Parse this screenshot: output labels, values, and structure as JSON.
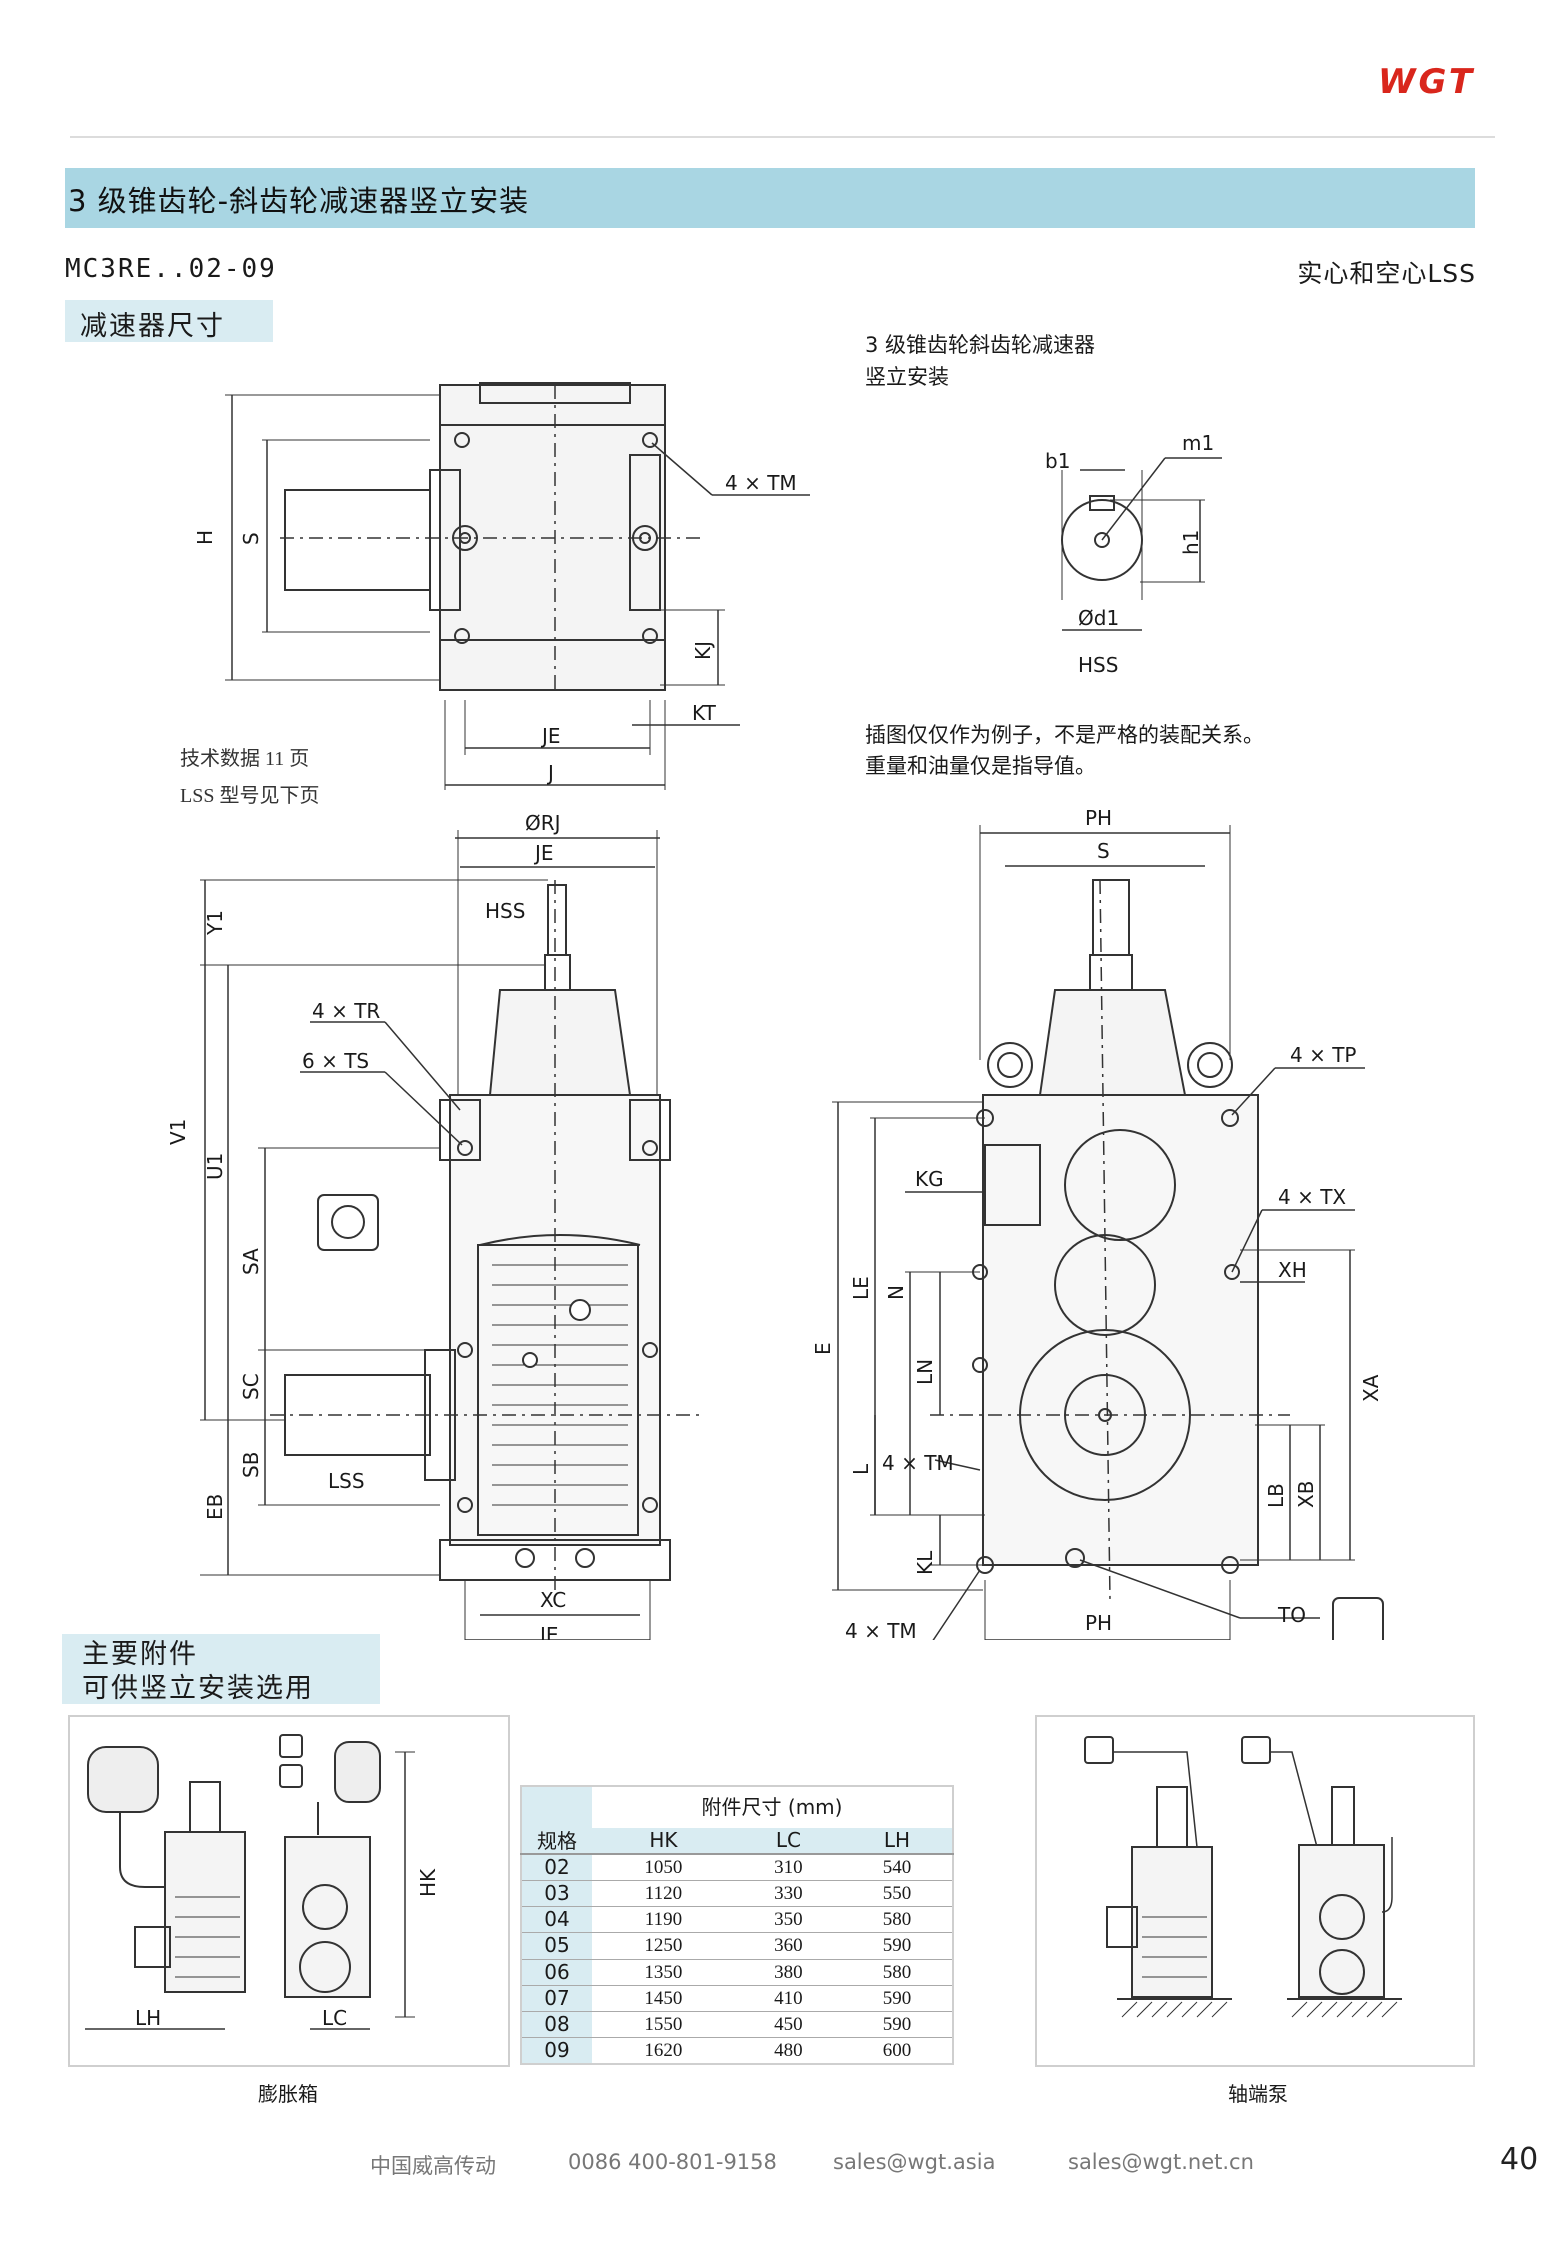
{
  "brand": {
    "logo": "WGT"
  },
  "header": {
    "section_title": "3 级锥齿轮-斜齿轮减速器竖立安装",
    "model": "MC3RE..02-09",
    "shaft_type": "实心和空心LSS",
    "sub_title": "减速器尺寸"
  },
  "drawing": {
    "caption_line1": "3 级锥齿轮斜齿轮减速器",
    "caption_line2": "竖立安装",
    "note_tech": "技术数据 11 页",
    "note_lss": "LSS 型号见下页",
    "note_example": "插图仅仅作为例子，不是严格的装配关系。",
    "note_weight": "重量和油量仅是指导值。",
    "labels": {
      "H": "H",
      "S": "S",
      "TM4": "4 × TM",
      "KJ": "KJ",
      "KT": "KT",
      "JE": "JE",
      "J": "J",
      "b1": "b1",
      "m1": "m1",
      "h1": "h1",
      "d1": "Ød1",
      "HSS": "HSS",
      "RJ": "ØRJ",
      "Y1": "Y1",
      "V1": "V1",
      "U1": "U1",
      "SA": "SA",
      "SC": "SC",
      "SB": "SB",
      "EB": "EB",
      "TR4": "4 × TR",
      "TS6": "6 × TS",
      "LSS": "LSS",
      "XC": "XC",
      "PH": "PH",
      "TP4": "4 × TP",
      "KG": "KG",
      "TX4": "4 × TX",
      "XH": "XH",
      "LE": "LE",
      "N": "N",
      "E": "E",
      "LN": "LN",
      "L": "L",
      "KL": "KL",
      "XA": "XA",
      "LB": "LB",
      "XB": "XB",
      "TO": "TO"
    }
  },
  "accessories": {
    "title_line1": "主要附件",
    "title_line2": "可供竖立安装选用",
    "left_caption": "膨胀箱",
    "right_caption": "轴端泵",
    "label_LH": "LH",
    "label_LC": "LC",
    "label_HK": "HK",
    "table": {
      "spec_header": "规格",
      "group_header": "附件尺寸 (mm)",
      "columns": [
        "HK",
        "LC",
        "LH"
      ],
      "rows": [
        {
          "spec": "02",
          "HK": "1050",
          "LC": "310",
          "LH": "540"
        },
        {
          "spec": "03",
          "HK": "1120",
          "LC": "330",
          "LH": "550"
        },
        {
          "spec": "04",
          "HK": "1190",
          "LC": "350",
          "LH": "580"
        },
        {
          "spec": "05",
          "HK": "1250",
          "LC": "360",
          "LH": "590"
        },
        {
          "spec": "06",
          "HK": "1350",
          "LC": "380",
          "LH": "580"
        },
        {
          "spec": "07",
          "HK": "1450",
          "LC": "410",
          "LH": "590"
        },
        {
          "spec": "08",
          "HK": "1550",
          "LC": "450",
          "LH": "590"
        },
        {
          "spec": "09",
          "HK": "1620",
          "LC": "480",
          "LH": "600"
        }
      ]
    }
  },
  "footer": {
    "company": "中国威高传动",
    "phone": "0086 400-801-9158",
    "email1": "sales@wgt.asia",
    "email2": "sales@wgt.net.cn",
    "page": "40"
  }
}
